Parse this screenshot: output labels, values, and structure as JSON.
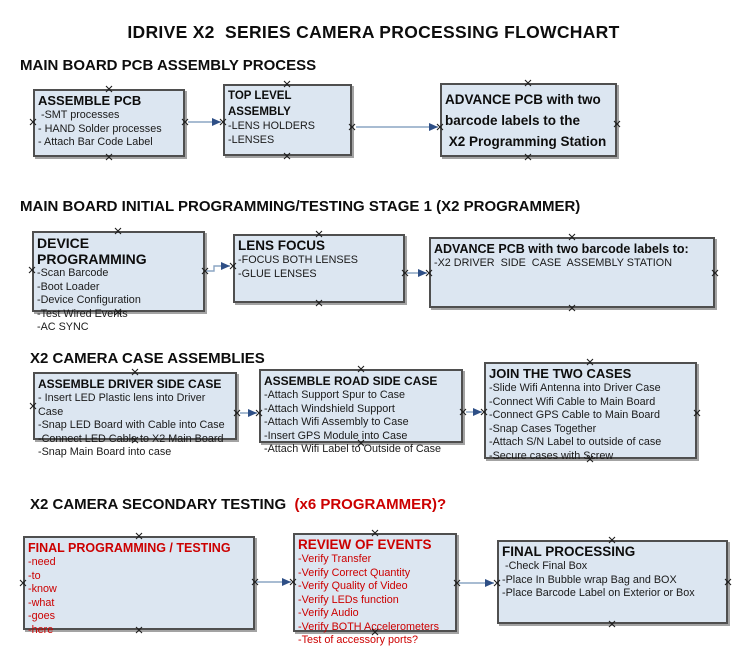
{
  "title": "IDRIVE X2  SERIES CAMERA PROCESSING FLOWCHART",
  "palette": {
    "box_fill": "#dce6f1",
    "box_border": "#4f4f4f",
    "box_shadow": "#a3a3a3",
    "red_text": "#cc0000",
    "black_text": "#0d0d0d",
    "arrow_line": "#8ba5c3",
    "arrow_head": "#2e4f86"
  },
  "icons": {
    "connection_point": "×",
    "flow_arrow": "→"
  },
  "sections": [
    {
      "heading": "MAIN BOARD PCB ASSEMBLY PROCESS",
      "boxes": [
        {
          "title": "ASSEMBLE PCB",
          "items": [
            " -SMT processes",
            "- HAND Solder processes",
            "- Attach Bar Code Label"
          ]
        },
        {
          "title": "TOP LEVEL ASSEMBLY",
          "items": [
            "-LENS HOLDERS",
            "-LENSES"
          ]
        },
        {
          "title": "ADVANCE PCB with two\nbarcode labels to the\n X2 Programming Station",
          "items": []
        }
      ]
    },
    {
      "heading": "MAIN BOARD INITIAL PROGRAMMING/TESTING STAGE 1 (X2 PROGRAMMER)",
      "boxes": [
        {
          "title": "DEVICE PROGRAMMING",
          "items": [
            "-Scan Barcode",
            "-Boot Loader",
            "-Device Configuration",
            "-Test Wired Events",
            "-AC SYNC"
          ]
        },
        {
          "title": "LENS FOCUS",
          "items": [
            "-FOCUS BOTH LENSES",
            "-GLUE LENSES"
          ]
        },
        {
          "title": "ADVANCE PCB with two barcode labels to:",
          "items": [
            "-X2 DRIVER  SIDE  CASE  ASSEMBLY STATION"
          ]
        }
      ]
    },
    {
      "heading": "X2 CAMERA CASE ASSEMBLIES",
      "boxes": [
        {
          "title": "ASSEMBLE DRIVER SIDE CASE",
          "items": [
            "- Insert LED Plastic lens into Driver Case",
            "-Snap LED Board with Cable into Case",
            "-Connect LED Cable to X2 Main Board",
            "-Snap Main Board into case"
          ]
        },
        {
          "title": "ASSEMBLE ROAD SIDE CASE",
          "items": [
            "-Attach Support Spur to Case",
            "-Attach Windshield Support",
            "-Attach Wifi Assembly to Case",
            "-Insert GPS Module into Case",
            "-Attach Wifi Label to Outside of Case"
          ]
        },
        {
          "title": "JOIN THE TWO CASES",
          "items": [
            "-Slide Wifi Antenna into Driver Case",
            "-Connect Wifi Cable to Main Board",
            "-Connect GPS Cable to Main Board",
            "-Snap Cases Together",
            "-Attach S/N Label to outside of case",
            "-Secure cases with Screw"
          ]
        }
      ]
    },
    {
      "heading": "X2 CAMERA SECONDARY TESTING ",
      "heading_red": " (x6 PROGRAMMER)?",
      "boxes": [
        {
          "title": "FINAL PROGRAMMING / TESTING",
          "items": [
            "-need",
            "-to",
            "-know",
            "-what",
            "-goes",
            "-here"
          ]
        },
        {
          "title": "REVIEW OF EVENTS",
          "items": [
            "-Verify Transfer",
            "-Verify Correct Quantity",
            "-Verify Quality of Video",
            "-Verify LEDs function",
            "-Verify Audio",
            "-Verify BOTH Accelerometers",
            "-Test of accessory ports?"
          ]
        },
        {
          "title": "FINAL PROCESSING",
          "items": [
            " -Check Final Box",
            "-Place In Bubble wrap Bag and BOX",
            "-Place Barcode Label on Exterior or Box"
          ]
        }
      ]
    }
  ]
}
